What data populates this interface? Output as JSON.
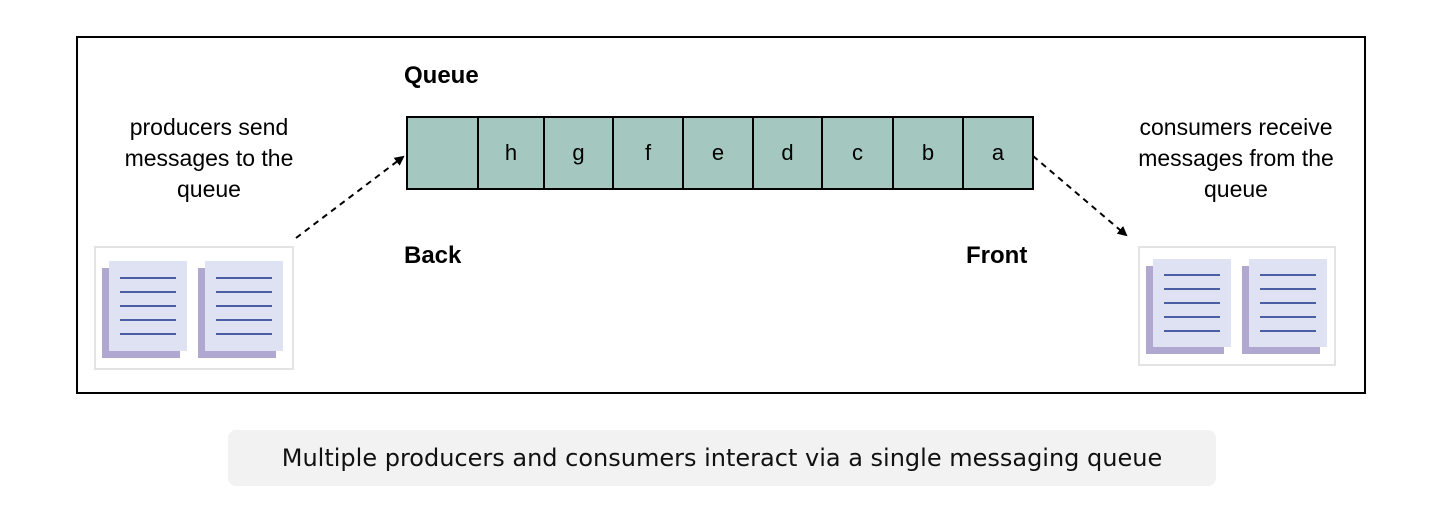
{
  "title": "Queue",
  "producers_text": [
    "producers send",
    "messages to the",
    "queue"
  ],
  "consumers_text": [
    "consumers receive",
    "messages from the",
    "queue"
  ],
  "queue_cells": [
    "",
    "h",
    "g",
    "f",
    "e",
    "d",
    "c",
    "b",
    "a"
  ],
  "back_label": "Back",
  "front_label": "Front",
  "caption": "Multiple producers and consumers interact via a single messaging queue",
  "colors": {
    "queue_fill": "#a4c8bf",
    "doc_fill": "#dee2f2",
    "doc_shadow": "#b0a8d0",
    "doc_lines": "#4a5fa3"
  },
  "icons": {
    "producer_docs": "document-stack-icon",
    "consumer_docs": "document-stack-icon"
  }
}
